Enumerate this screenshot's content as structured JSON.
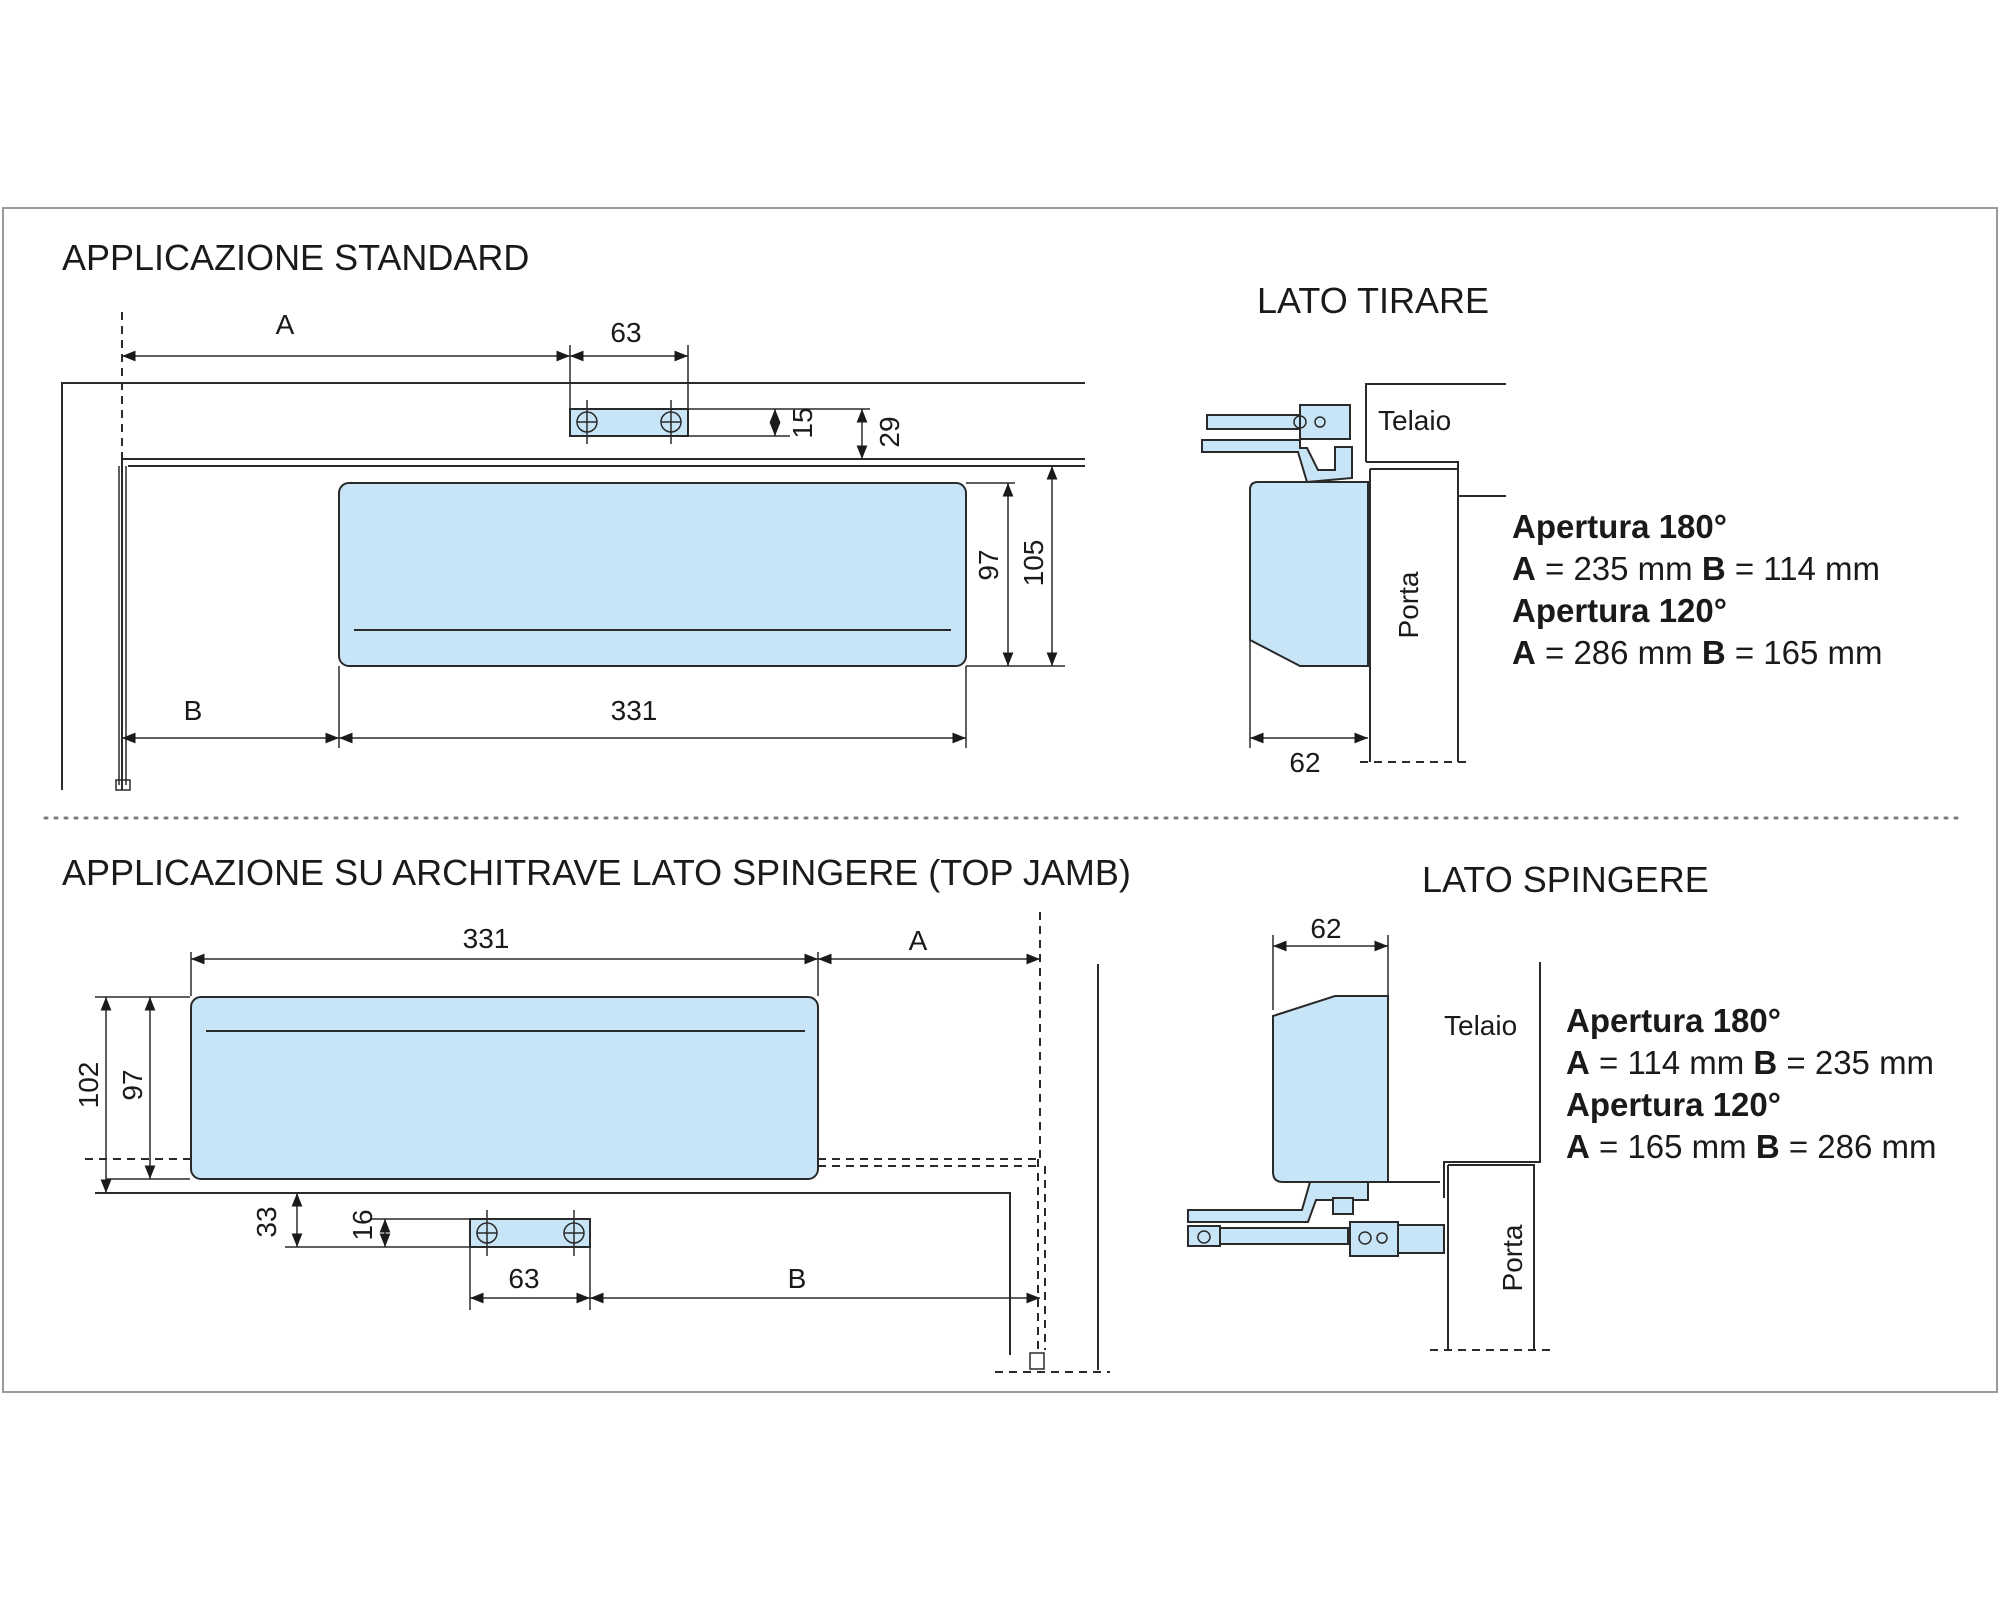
{
  "section_standard": {
    "title": "APPLICAZIONE STANDARD",
    "dims": {
      "a": "A",
      "w63": "63",
      "h15": "15",
      "h29": "29",
      "h97": "97",
      "h105": "105",
      "b": "B",
      "w331": "331"
    }
  },
  "lato_tirare": {
    "title": "LATO TIRARE",
    "telaio": "Telaio",
    "porta": "Porta",
    "dim62": "62",
    "spec": [
      {
        "heading": "Apertura 180°",
        "a_label": "A",
        "a_value": " = 235 mm ",
        "b_label": "B",
        "b_value": " = 114 mm"
      },
      {
        "heading": "Apertura 120°",
        "a_label": "A",
        "a_value": " = 286 mm ",
        "b_label": "B",
        "b_value": " = 165 mm"
      }
    ]
  },
  "section_top_jamb": {
    "title": "APPLICAZIONE SU ARCHITRAVE LATO SPINGERE (TOP JAMB)",
    "dims": {
      "w331": "331",
      "a": "A",
      "h102": "102",
      "h97": "97",
      "h33": "33",
      "h16": "16",
      "w63": "63",
      "b": "B"
    }
  },
  "lato_spingere": {
    "title": "LATO SPINGERE",
    "telaio": "Telaio",
    "porta": "Porta",
    "dim62": "62",
    "spec": [
      {
        "heading": "Apertura 180°",
        "a_label": "A",
        "a_value": " = 114 mm ",
        "b_label": "B",
        "b_value": " = 235 mm"
      },
      {
        "heading": "Apertura 120°",
        "a_label": "A",
        "a_value": " = 165 mm ",
        "b_label": "B",
        "b_value": " = 286 mm"
      }
    ]
  }
}
